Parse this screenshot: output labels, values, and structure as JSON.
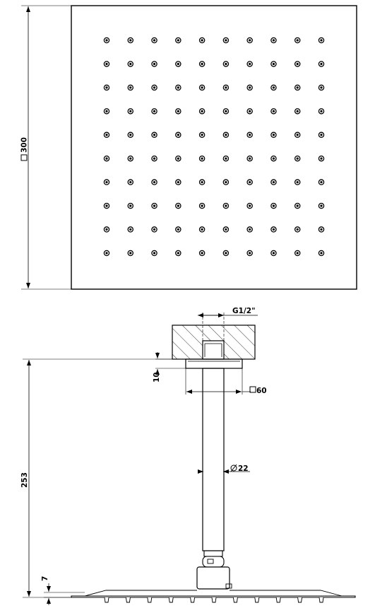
{
  "top_view": {
    "width_label": "300",
    "nozzle_rows": 10,
    "nozzle_cols": 10
  },
  "side_view": {
    "thread_label": "G1/2\"",
    "flange_thickness_label": "10",
    "flange_square_label": "60",
    "arm_diameter_label": "22",
    "arm_length_label": "253",
    "head_thickness_label": "7",
    "nozzle_count": 11
  }
}
